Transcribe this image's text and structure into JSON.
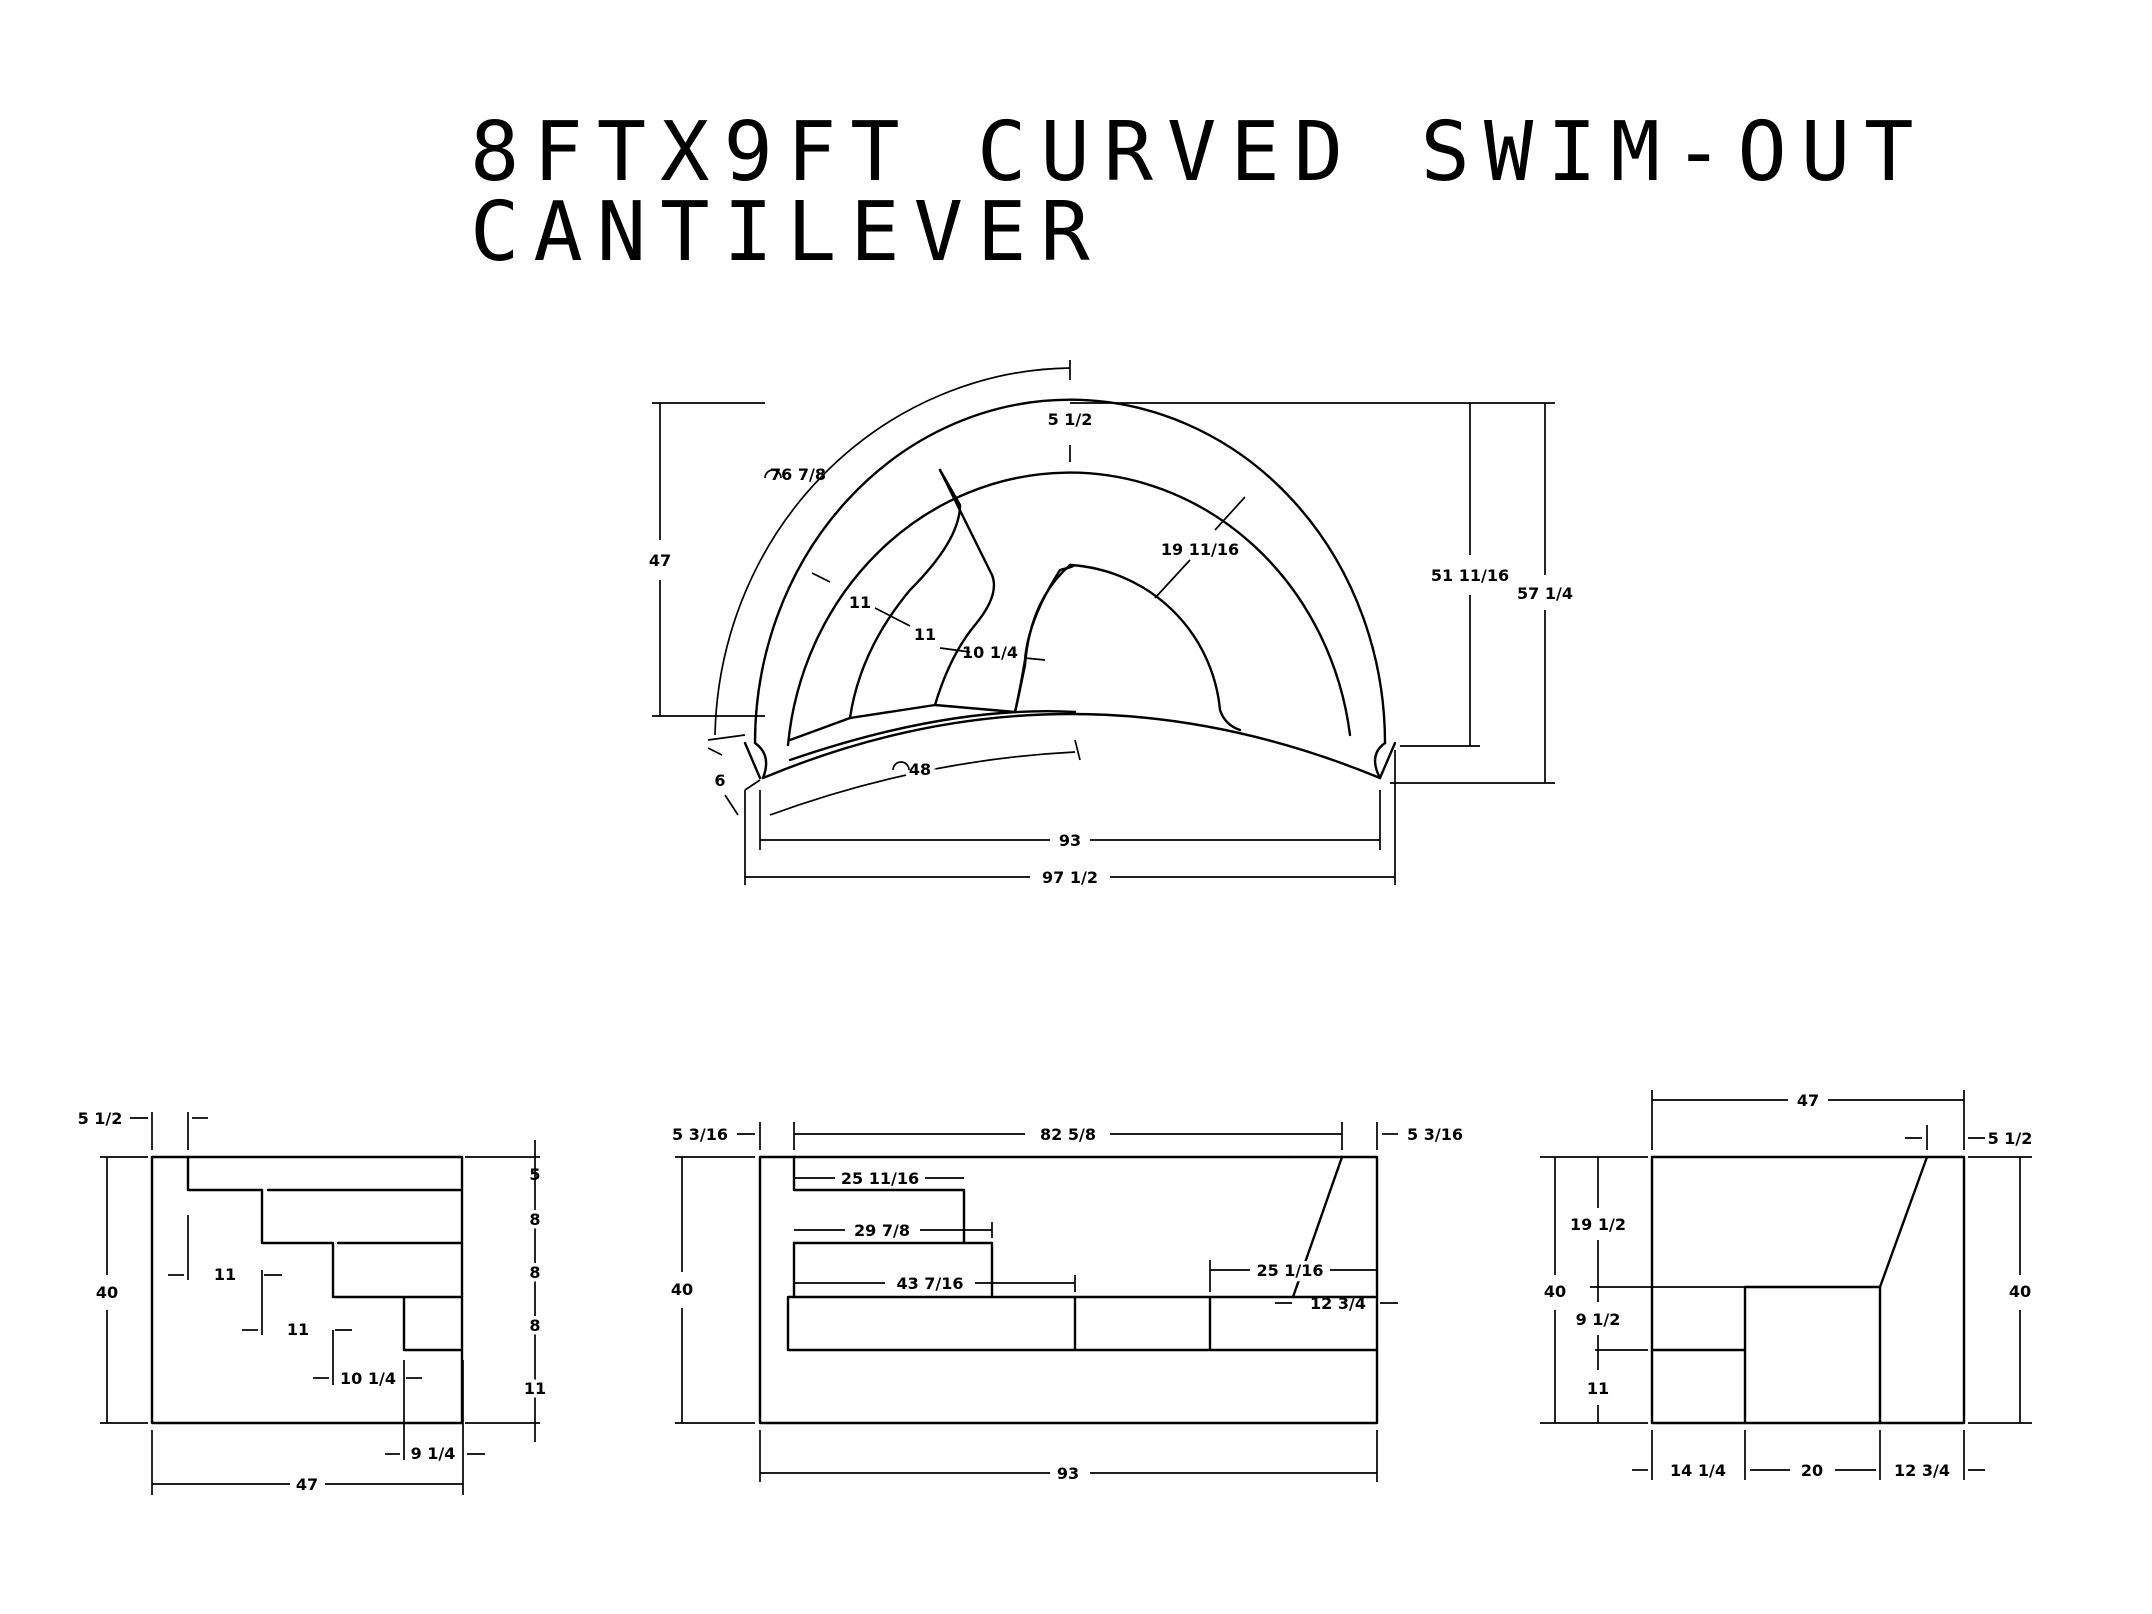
{
  "title": {
    "line1": "8FTX9FT CURVED SWIM-OUT",
    "line2": "CANTILEVER"
  },
  "plan_view": {
    "top_thickness": "5 1/2",
    "outer_arc": "76 7/8",
    "depth": "47",
    "step_1": "11",
    "step_2": "11",
    "step_3": "10 1/4",
    "side_thickness": "19 11/16",
    "inner_height": "51 11/16",
    "outer_height": "57 1/4",
    "front_arc": "48",
    "lip": "6",
    "inner_width": "93",
    "outer_width": "97 1/2"
  },
  "side_view": {
    "wall": "5 1/2",
    "height": "40",
    "tread_1": "11",
    "tread_2": "11",
    "tread_3": "10 1/4",
    "tread_4": "9 1/4",
    "riser_1": "5",
    "riser_2": "8",
    "riser_3": "8",
    "riser_4": "8",
    "bottom": "11",
    "depth": "47"
  },
  "front_view": {
    "left_wall": "5 3/16",
    "top_width": "82 5/8",
    "right_wall": "5 3/16",
    "height": "40",
    "step_1": "25 11/16",
    "step_2": "29 7/8",
    "step_3": "43 7/16",
    "right_step": "25 1/16",
    "right_step_2": "12 3/4",
    "width": "93"
  },
  "end_view": {
    "depth": "47",
    "wall": "5 1/2",
    "upper": "19 1/2",
    "height_left": "40",
    "height_right": "40",
    "middle": "9 1/2",
    "bottom": "11",
    "seg_1": "14 1/4",
    "seg_2": "20",
    "seg_3": "12 3/4"
  }
}
